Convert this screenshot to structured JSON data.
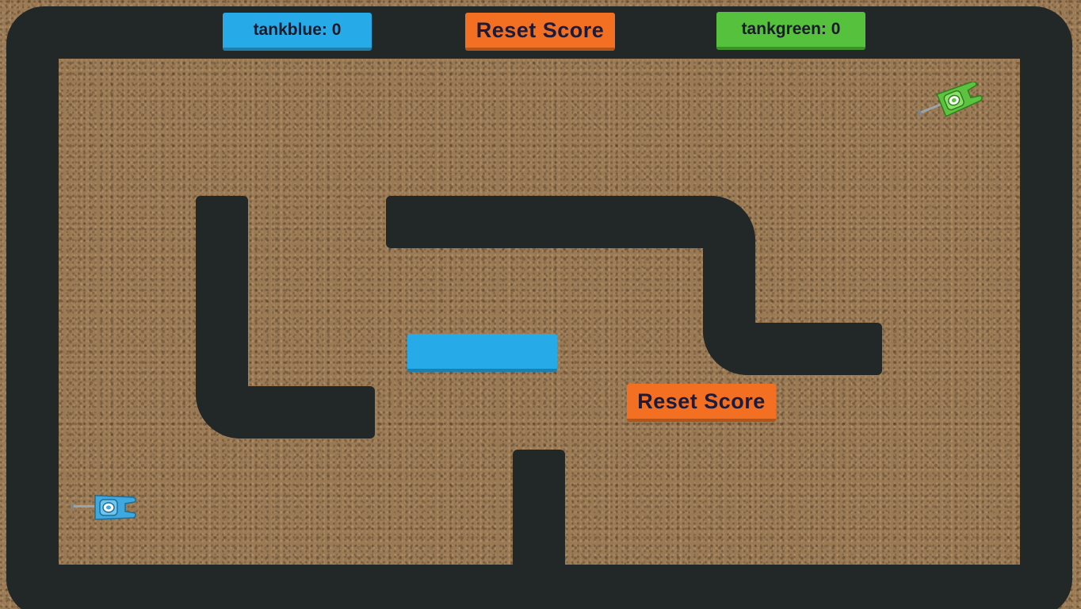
{
  "hud": {
    "blue_score_label": "tankblue: 0",
    "green_score_label": "tankgreen: 0",
    "reset_label": "Reset Score"
  },
  "board": {
    "reset_label": "Reset Score"
  },
  "colors": {
    "track": "#222727",
    "sand": "#9a7a55",
    "blue": "#27aae8",
    "green": "#55c13c",
    "orange": "#f36f21"
  },
  "players": {
    "blue_tank_icon": "blue-tank-icon",
    "green_tank_icon": "green-tank-icon"
  }
}
